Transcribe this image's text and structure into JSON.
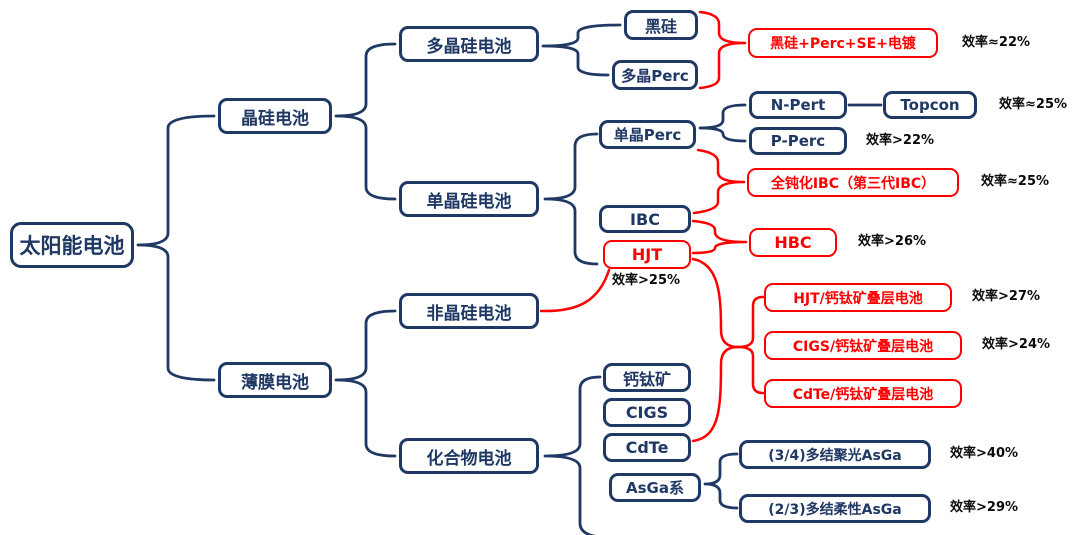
{
  "colors": {
    "navy": "#1f3864",
    "red": "#fe0000",
    "efficiency_text": "#0a0a0a"
  },
  "nodes": {
    "root": "太阳能电池",
    "jinggui": "晶硅电池",
    "baomo": "薄膜电池",
    "duojinggui": "多晶硅电池",
    "danjinggui": "单晶硅电池",
    "feijinggui": "非晶硅电池",
    "huahewu": "化合物电池",
    "heigui": "黑硅",
    "duojing_perc": "多晶Perc",
    "heigui_combo": "黑硅+Perc+SE+电镀",
    "danjing_perc": "单晶Perc",
    "n_pert": "N-Pert",
    "topcon": "Topcon",
    "p_perc": "P-Perc",
    "ibc3": "全钝化IBC（第三代IBC）",
    "ibc": "IBC",
    "hjt": "HJT",
    "hbc": "HBC",
    "hjt_tandem": "HJT/钙钛矿叠层电池",
    "cigs_tandem": "CIGS/钙钛矿叠层电池",
    "cdte_tandem": "CdTe/钙钛矿叠层电池",
    "perovskite": "钙钛矿",
    "cigs": "CIGS",
    "cdte": "CdTe",
    "asga": "AsGa系",
    "asga_concentrated": "(3/4)多结聚光AsGa",
    "asga_flexible": "(2/3)多结柔性AsGa"
  },
  "efficiency": {
    "heigui_combo": "效率≈22%",
    "topcon": "效率≈25%",
    "p_perc": "效率>22%",
    "ibc3": "效率≈25%",
    "hjt": "效率>25%",
    "hbc": "效率>26%",
    "hjt_tandem": "效率>27%",
    "cigs_tandem": "效率>24%",
    "asga_concentrated": "效率>40%",
    "asga_flexible": "效率>29%"
  }
}
